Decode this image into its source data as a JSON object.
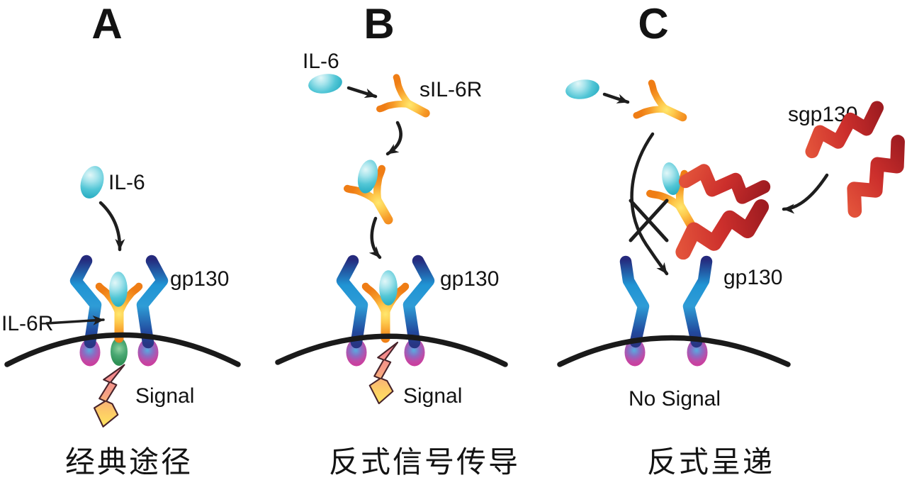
{
  "panelA": {
    "letter": "A",
    "il6_label": "IL-6",
    "il6r_label": "IL-6R",
    "gp130_label": "gp130",
    "signal_label": "Signal",
    "caption": "经典途径"
  },
  "panelB": {
    "letter": "B",
    "il6_label": "IL-6",
    "sil6r_label": "sIL-6R",
    "gp130_label": "gp130",
    "signal_label": "Signal",
    "caption": "反式信号传导"
  },
  "panelC": {
    "letter": "C",
    "sgp130_label": "sgp130",
    "gp130_label": "gp130",
    "no_signal_label": "No Signal",
    "caption": "反式呈递"
  },
  "colors": {
    "il6_cyan": "#52c6d6",
    "receptor_orange": "#f69a28",
    "receptor_yellow": "#ffe76e",
    "gp130_blue": "#2094d4",
    "gp130_navy": "#283583",
    "membrane_bulb_pink": "#ca3e9e",
    "membrane_bulb_blue": "#58ace0",
    "il6r_base_green": "#2f9156",
    "sgp130_red": "#cc2f2c",
    "bolt_pink": "#f27c92",
    "bolt_yellow": "#ffe65e",
    "membrane_black": "#1a1a1a",
    "text_black": "#131313",
    "background": "#ffffff"
  }
}
